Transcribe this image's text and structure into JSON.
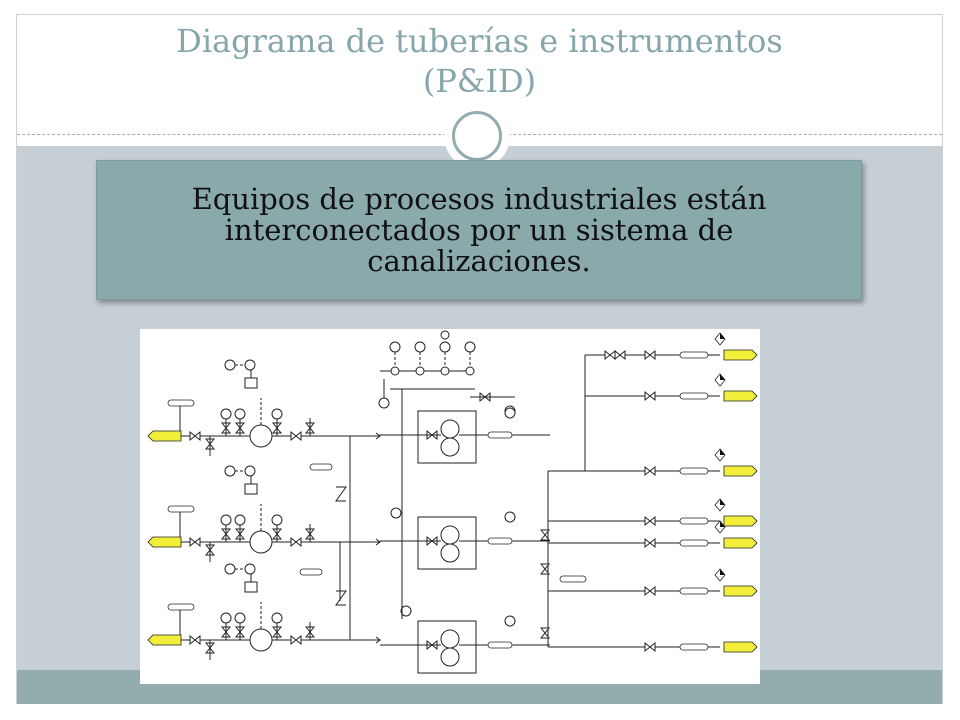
{
  "slide": {
    "title_line1": "Diagrama de tuberías e instrumentos",
    "title_line2": "(P&ID)",
    "callout_text": "Equipos de procesos industriales están interconectados por un sistema de canalizaciones."
  },
  "diagram": {
    "type": "pid",
    "pump_units": 3,
    "tank_units": 3,
    "output_lines": 7
  },
  "colors": {
    "title": "#86a6ab",
    "content_bg": "#c5cfd5",
    "callout_bg": "#8aa9ab",
    "footer": "#93adae",
    "tag_fill": "#f2ef3a"
  }
}
